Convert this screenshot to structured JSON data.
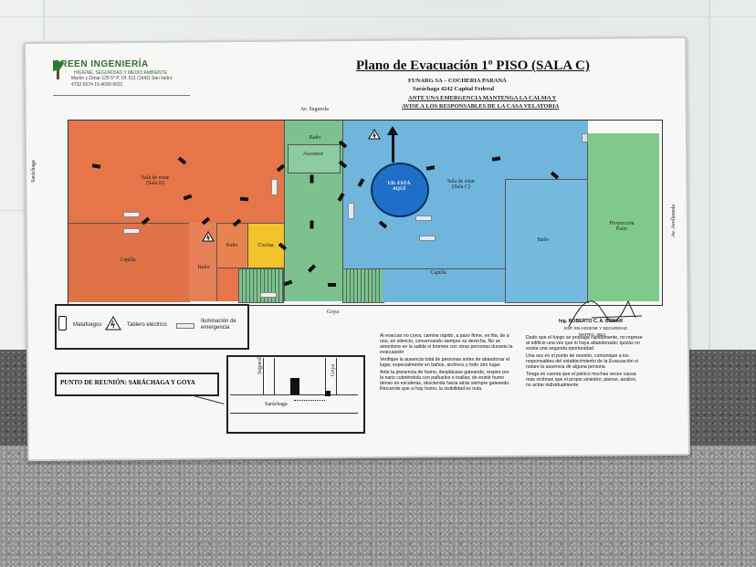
{
  "company": {
    "name": "GREEN INGENIERÍA",
    "tagline": "HIGIENE, SEGURIDAD Y MEDIO AMBIENTE",
    "address": "Martín y Omar 129 5° P. Of. 511 (1642) San Isidro",
    "phones": "4732-5574      15-4099-6631"
  },
  "plan": {
    "title": "Plano de Evacuación 1º PISO (SALA C)",
    "client": "FUNARG SA – COCHERIA PARANÁ",
    "address": "Saráchaga 4242     Capital Federal",
    "warning_line1": "ANTE UNA EMERGENCIA MANTENGA LA CALMA Y",
    "warning_line2": "AVISE A LOS RESPONSABLES DE LA CASA VELATORIA"
  },
  "streets": {
    "top": "Av. Segurola",
    "bottom": "Goya",
    "left": "Saráchaga",
    "right": "Av. Avellaneda"
  },
  "rooms": {
    "sala_b": "Sala de estar\n(Sala B)",
    "capilla_left": "Capilla",
    "bano_left": "Baño",
    "bano_mid": "Baño",
    "cocina": "Cocina",
    "bano_top": "Baño",
    "ascensor": "Ascensor",
    "you_are_here": "UD. ESTÁ\nAQUÍ",
    "sala_c": "Sala de estar\n(Sala C)",
    "capilla_right": "Capilla",
    "bano_right": "Baño",
    "proyeccion": "Proyección\nPatio"
  },
  "legend": {
    "matafuegos": "Matafuegos",
    "tablero": "Tablero eléctrico",
    "iluminacion": "Iluminación de\nemergencia"
  },
  "meeting_point": {
    "label": "PUNTO DE REUNIÓN: SARÁCHAGA Y GOYA",
    "street_a": "Segurola",
    "street_b": "Goya",
    "street_c": "Saráchaga"
  },
  "instructions": {
    "col1": [
      "Al evacuar no corra, camine rápido, a paso firme, en fila, de a uno, en silencio, conservando siempre su derecha. No se amontone en la salida ni bromee con otras personas durante la evacuación",
      "Verifique la ausencia total de personas antes de abandonar el lugar, especialmente en baños, archivos y todo otro lugar.",
      "Ante la presencia de humo, desplácese gateando, respire por la nariz cubriéndola con pañuelos o toallas; de existir humo denso en escaleras, descienda hacia atrás siempre gateando. Recuerde que si hay humo, la visibilidad es nula."
    ],
    "col2": [
      "Dado que el fuego se propaga rápidamente, no regrese al edificio una vez que lo haya abandonado; quizás no exista una segunda oportunidad",
      "Una vez en el punto de reunión, comunique a los responsables del establecimiento de la Evacuación si notare la ausencia de alguna persona",
      "Tenga en cuenta que el pánico muchas veces causa más víctimas que el propio siniestro; piense, analice, no actúe individualmente"
    ]
  },
  "signature": {
    "name": "Ing. ROBERTO C. A. BONAR",
    "title": "ESP. EN HIGIENE Y SEGURIDAD",
    "matric": "MATRIC. 8621"
  }
}
